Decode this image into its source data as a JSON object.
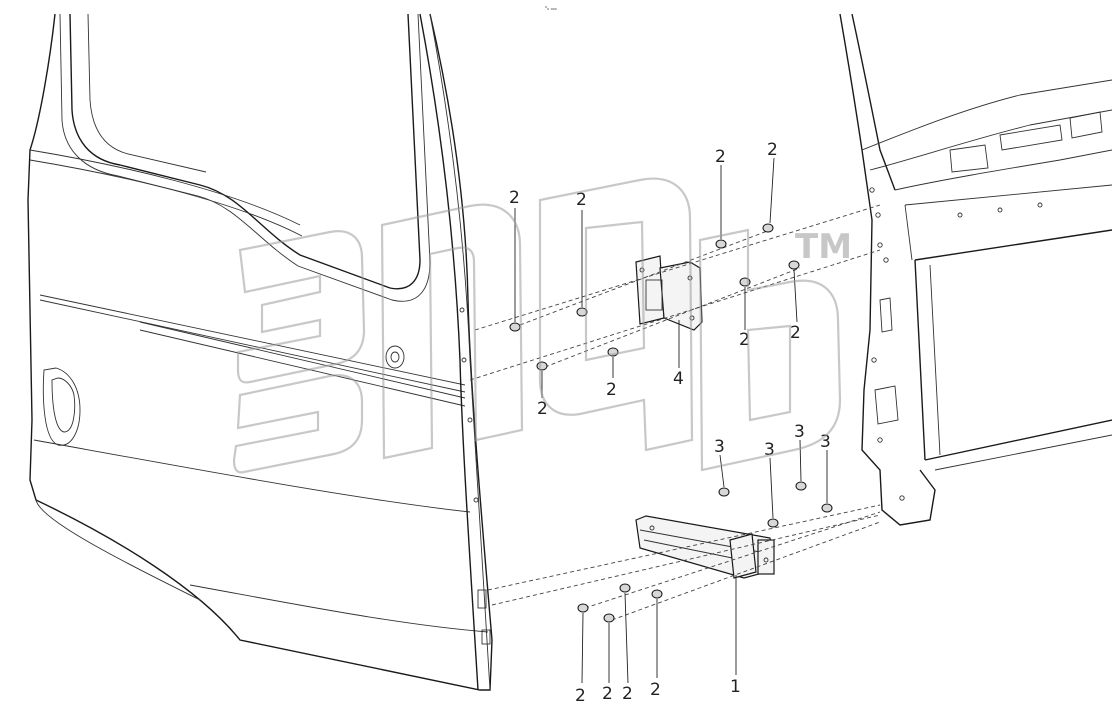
{
  "header": {
    "tiny_mark": "⁰₀ ₀₀₀"
  },
  "watermark": {
    "tm": "TM"
  },
  "callouts": {
    "c1": "2",
    "c2": "2",
    "c3": "2",
    "c4": "2",
    "c5": "2",
    "c6": "2",
    "c7": "2",
    "c8": "2",
    "c9": "4",
    "c10": "3",
    "c11": "3",
    "c12": "3",
    "c13": "3",
    "c14": "2",
    "c15": "2",
    "c16": "2",
    "c17": "2",
    "c18": "1"
  },
  "colors": {
    "line": "#1a1a1a",
    "watermark": "#9a9a9a",
    "background": "#ffffff"
  }
}
